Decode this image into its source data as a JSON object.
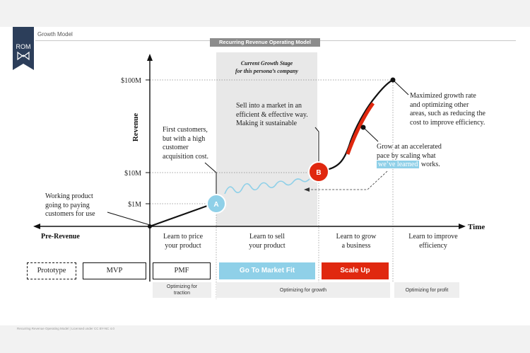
{
  "header": {
    "logo_text": "ROM",
    "title": "Growth Model"
  },
  "model_title": "Recurring Revenue Operating Model",
  "current_stage": {
    "line1": "Current Growth Stage",
    "line2": "for this persona’s company"
  },
  "axes": {
    "y_label": "Revenue",
    "x_label": "Time",
    "pre_revenue": "Pre-Revenue",
    "ticks": [
      "$100M",
      "$10M",
      "$1M"
    ]
  },
  "points": {
    "a": "A",
    "b": "B"
  },
  "annotations": {
    "working_product": [
      "Working product",
      "going to paying",
      "customers for use"
    ],
    "first_customers": [
      "First customers,",
      "but with a high",
      "customer",
      "acquisition cost."
    ],
    "sell_into": [
      "Sell into a market in an",
      "efficient & effective way.",
      "Making it sustainable"
    ],
    "grow": {
      "line1": "Grow at an accelerated",
      "line2": "pace by scaling what",
      "highlight": "we’ve learned",
      "line3_end": "works."
    },
    "maximized": [
      "Maximized growth rate",
      "and optimizing other",
      "areas, such as reducing the",
      "cost to improve efficiency."
    ]
  },
  "stages": [
    [
      "Learn to price",
      "your product"
    ],
    [
      "Learn to sell",
      "your product"
    ],
    [
      "Learn to grow",
      "a business"
    ],
    [
      "Learn to improve",
      "efficiency"
    ]
  ],
  "boxes": {
    "prototype": "Prototype",
    "mvp": "MVP",
    "pmf": "PMF",
    "gtm": "Go To Market Fit",
    "scale": "Scale Up"
  },
  "optimizing": {
    "traction": [
      "Optimizing for",
      "traction"
    ],
    "growth": "Optimizing for growth",
    "profit": "Optimizing for profit"
  },
  "footer": "Recurring Revenue Operating Model | Licensed under CC BY-NC 4.0",
  "colors": {
    "accent_blue": "#8fd0e8",
    "accent_red": "#e0280f",
    "shade": "#e8e8e8",
    "title_bar": "#8c8c8c",
    "logo": "#2c3e5a"
  }
}
